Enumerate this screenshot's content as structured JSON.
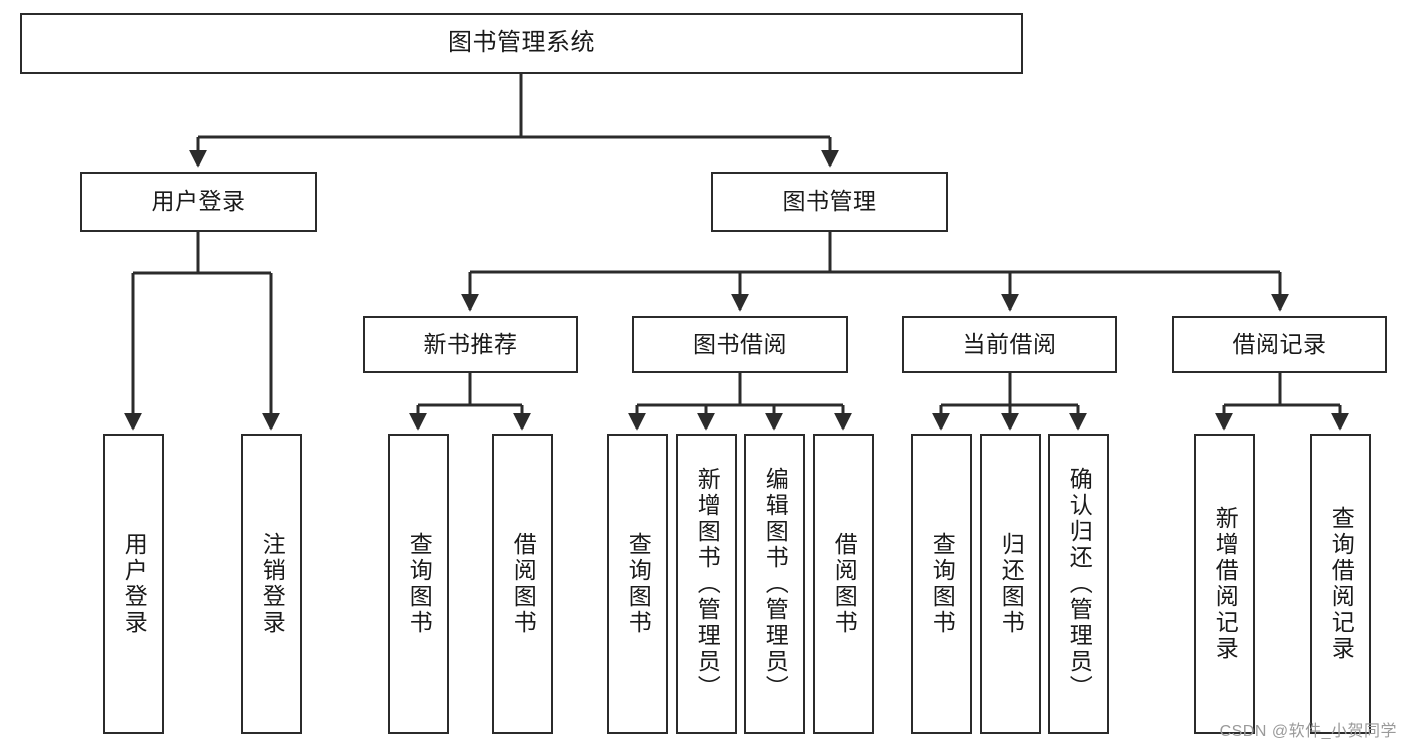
{
  "diagram": {
    "title": "图书管理系统",
    "type": "tree",
    "watermark": "CSDN @软件_小贺同学",
    "colors": {
      "stroke": "#2b2b2b",
      "fill": "#ffffff",
      "text": "#1a1a1a",
      "watermark": "#9a9a9a"
    },
    "nodes": {
      "root": {
        "label": "图书管理系统"
      },
      "level2": [
        {
          "label": "用户登录"
        },
        {
          "label": "图书管理"
        }
      ],
      "level3": [
        {
          "label": "新书推荐"
        },
        {
          "label": "图书借阅"
        },
        {
          "label": "当前借阅"
        },
        {
          "label": "借阅记录"
        }
      ],
      "leaves": {
        "user_login": [
          {
            "label": "用户登录"
          },
          {
            "label": "注销登录"
          }
        ],
        "new_book": [
          {
            "label": "查询图书"
          },
          {
            "label": "借阅图书"
          }
        ],
        "book_borrow": [
          {
            "label": "查询图书"
          },
          {
            "label": "新增图书（管理员）"
          },
          {
            "label": "编辑图书（管理员）"
          },
          {
            "label": "借阅图书"
          }
        ],
        "current_borrow": [
          {
            "label": "查询图书"
          },
          {
            "label": "归还图书"
          },
          {
            "label": "确认归还（管理员）"
          }
        ],
        "borrow_record": [
          {
            "label": "新增借阅记录"
          },
          {
            "label": "查询借阅记录"
          }
        ]
      }
    }
  }
}
